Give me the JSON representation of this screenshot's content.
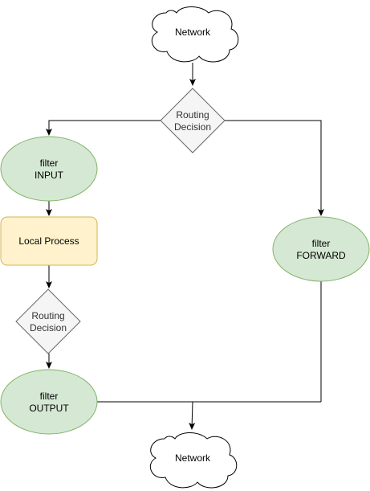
{
  "colors": {
    "ellipse_fill": "#d5e8d4",
    "ellipse_stroke": "#82b366",
    "process_fill": "#fff2cc",
    "process_stroke": "#d6b656",
    "diamond_fill": "#f5f5f5",
    "diamond_stroke": "#666666",
    "cloud_fill": "#ffffff",
    "cloud_stroke": "#000000",
    "edge": "#000000"
  },
  "nodes": {
    "network_top": {
      "label": "Network"
    },
    "routing_decision_top": {
      "line1": "Routing",
      "line2": "Decision"
    },
    "filter_input": {
      "line1": "filter",
      "line2": "INPUT"
    },
    "local_process": {
      "label": "Local Process"
    },
    "routing_decision_local": {
      "line1": "Routing",
      "line2": "Decision"
    },
    "filter_output": {
      "line1": "filter",
      "line2": "OUTPUT"
    },
    "filter_forward": {
      "line1": "filter",
      "line2": "FORWARD"
    },
    "network_bottom": {
      "label": "Network"
    }
  }
}
